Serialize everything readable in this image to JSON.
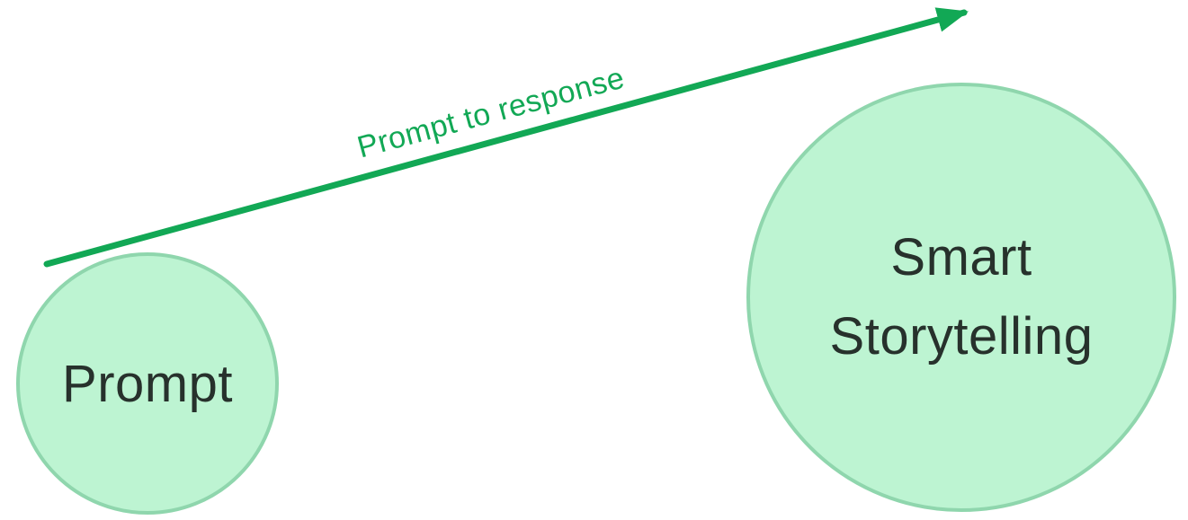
{
  "diagram": {
    "arrow": {
      "label": "Prompt to response"
    },
    "nodes": [
      {
        "id": "prompt",
        "label": "Prompt"
      },
      {
        "id": "smart-storytelling",
        "label": "Smart Storytelling",
        "lines": [
          "Smart",
          "Storytelling"
        ]
      }
    ]
  },
  "colors": {
    "arrow_green": "#12a855",
    "circle_fill": "#bdf4d2",
    "circle_border": "#8fd6ad",
    "text_dark": "#27312c"
  }
}
